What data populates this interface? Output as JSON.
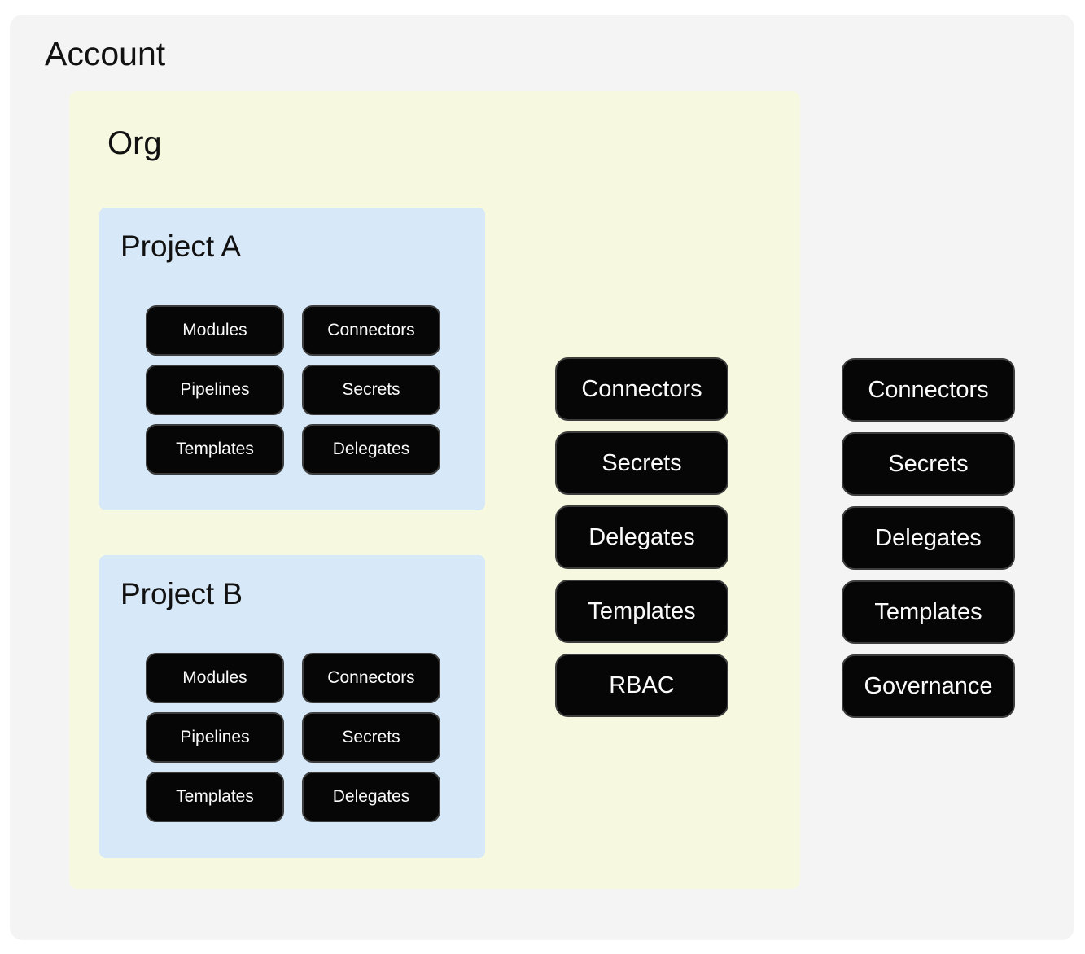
{
  "colors": {
    "page_bg": "#ffffff",
    "account_bg": "#f4f4f4",
    "org_bg": "#f6f9e0",
    "project_bg": "#d7e8f8",
    "pill_bg": "#060606",
    "pill_border": "#3d3d3d",
    "pill_text": "#fafafa",
    "title_text": "#111111"
  },
  "account": {
    "title": "Account",
    "resources": [
      "Connectors",
      "Secrets",
      "Delegates",
      "Templates",
      "Governance"
    ],
    "org": {
      "title": "Org",
      "resources": [
        "Connectors",
        "Secrets",
        "Delegates",
        "Templates",
        "RBAC"
      ],
      "projects": [
        {
          "title": "Project A",
          "resources": [
            "Modules",
            "Connectors",
            "Pipelines",
            "Secrets",
            "Templates",
            "Delegates"
          ]
        },
        {
          "title": "Project B",
          "resources": [
            "Modules",
            "Connectors",
            "Pipelines",
            "Secrets",
            "Templates",
            "Delegates"
          ]
        }
      ]
    }
  }
}
